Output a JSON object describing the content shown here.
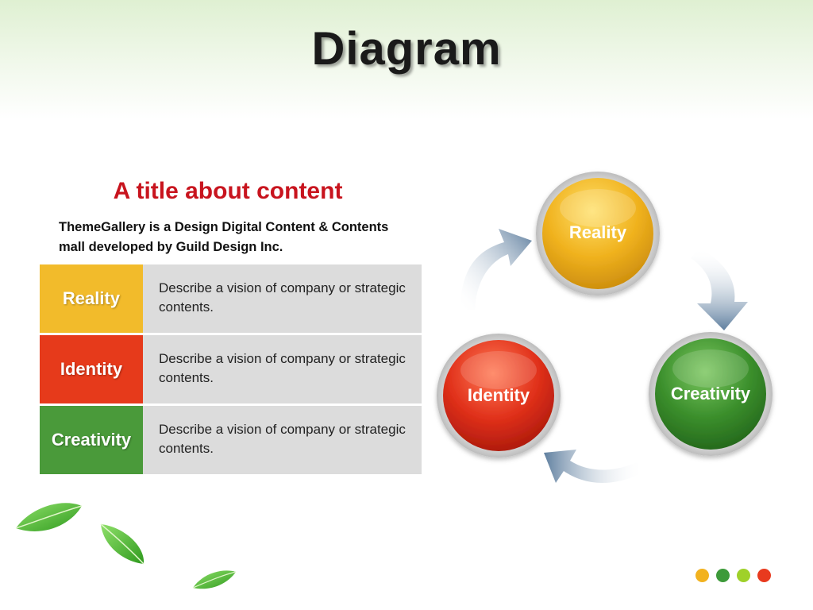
{
  "slide": {
    "title": "Diagram",
    "content_title": "A title about content",
    "content_description": "ThemeGallery  is a Design Digital Content & Contents mall developed by Guild Design Inc."
  },
  "table": {
    "rows": [
      {
        "label": "Reality",
        "text": "Describe a vision of company or strategic contents.",
        "color": "#f2bb2b"
      },
      {
        "label": "Identity",
        "text": "Describe a vision of company or strategic contents.",
        "color": "#e63a1b"
      },
      {
        "label": "Creativity",
        "text": "Describe a vision of company or strategic contents.",
        "color": "#4a9a3a"
      }
    ]
  },
  "cycle": {
    "nodes": [
      {
        "label": "Reality",
        "color": "#f2b21f"
      },
      {
        "label": "Creativity",
        "color": "#3d8f2e"
      },
      {
        "label": "Identity",
        "color": "#e0301a"
      }
    ],
    "arrow_icon": "curved-arrow-icon"
  },
  "decorations": {
    "leaf_icon": "leaf-icon",
    "dot_colors": [
      "#f2b21f",
      "#3d9a3a",
      "#9fd12a",
      "#e83a1e"
    ]
  }
}
